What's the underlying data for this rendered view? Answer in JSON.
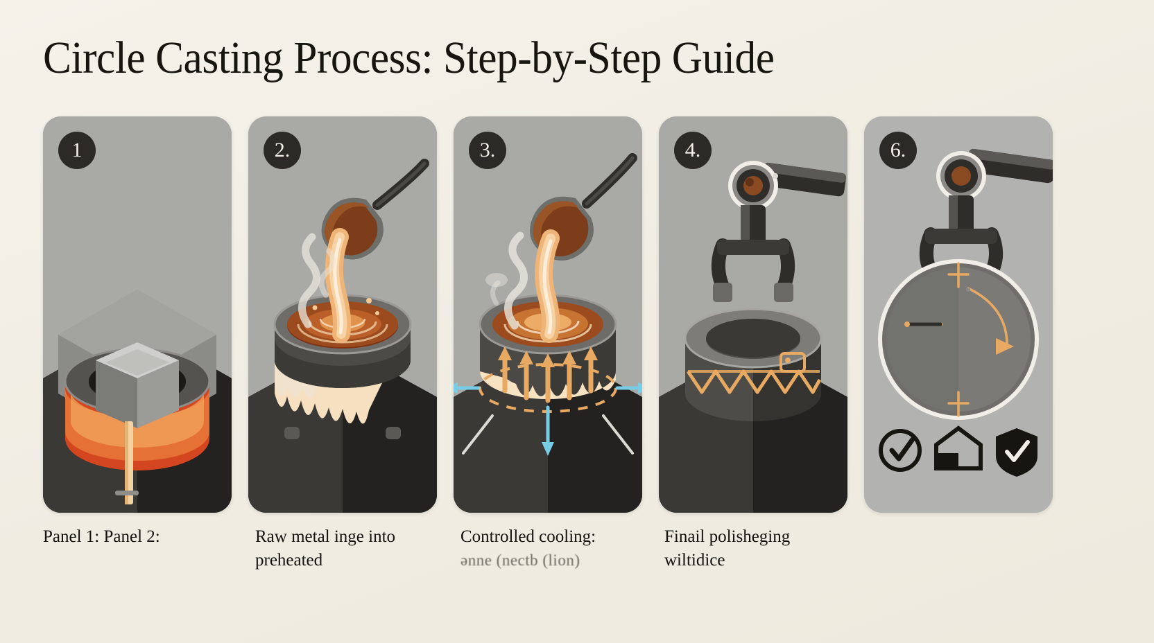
{
  "page": {
    "title": "Circle Casting Process: Step-by-Step Guide",
    "background_color": "#f2efe6",
    "text_color": "#141310"
  },
  "palette": {
    "panel_bg": "#a9aaa6",
    "panel_bg_light": "#b2b3b0",
    "badge_bg": "#2b2a27",
    "badge_text": "#f3f1e8",
    "metal_dark": "#2e2d2a",
    "metal_mid": "#6e6e6a",
    "metal_light": "#c8c8c5",
    "molten_orange": "#e08b4a",
    "molten_light": "#f6cf9f",
    "hot_red": "#c8472a",
    "brown_crucible": "#6b3a1e",
    "cyan_arrow": "#78cde4",
    "amber_accent": "#e6a85e",
    "white_line": "#f3f1e8"
  },
  "panels": [
    {
      "id": "panel-1",
      "badge": "1",
      "scene": "ingot-on-preheated-mold",
      "elements": [
        "metal-ingot",
        "circular-mold",
        "glowing-heat-ring",
        "hexagonal-base"
      ]
    },
    {
      "id": "panel-2",
      "badge": "2.",
      "scene": "pouring-molten-metal",
      "elements": [
        "ladle",
        "molten-pour-stream",
        "steam-wisp",
        "mold-with-melt",
        "hexagonal-base"
      ]
    },
    {
      "id": "panel-3",
      "badge": "3.",
      "scene": "controlled-cooling",
      "elements": [
        "ladle",
        "molten-pour-stream",
        "steam-wisp",
        "heat-arrows-up",
        "cooling-arrows",
        "dashed-cooling-ring",
        "hexagonal-base"
      ]
    },
    {
      "id": "panel-4",
      "badge": "4.",
      "scene": "robotic-extraction",
      "elements": [
        "robot-arm",
        "gripper",
        "cast-ring",
        "zigzag-band",
        "tag-icon",
        "hexagonal-base"
      ]
    },
    {
      "id": "panel-5",
      "badge": "6.",
      "scene": "final-inspection-and-polishing",
      "elements": [
        "robot-arm",
        "gripper",
        "finished-disc",
        "measurement-marks",
        "check-circle-icon",
        "certificate-icon",
        "shield-check-icon"
      ]
    }
  ],
  "captions": [
    {
      "line1": "Panel 1: Panel 2:",
      "line2": "",
      "garbled": false
    },
    {
      "line1": "Raw metal inge into",
      "line2": "preheated",
      "garbled": false
    },
    {
      "line1": "Controlled cooling:",
      "line2": "ǝnne (nectb (lion)",
      "garbled": true
    },
    {
      "line1": "Finail polisheging",
      "line2": "wiltidice",
      "garbled": false
    }
  ]
}
